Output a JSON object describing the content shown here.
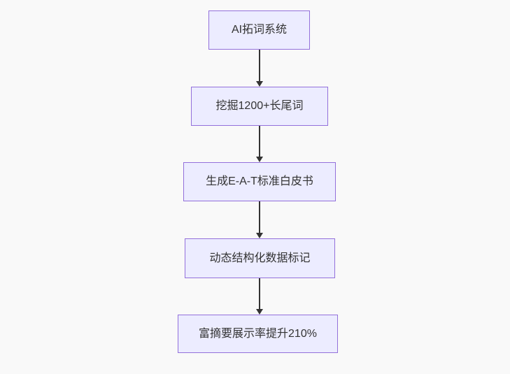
{
  "diagram": {
    "type": "flowchart",
    "direction": "top-down",
    "nodes": [
      {
        "label": "AI拓词系统"
      },
      {
        "label": "挖掘1200+长尾词"
      },
      {
        "label": "生成E-A-T标准白皮书"
      },
      {
        "label": "动态结构化数据标记"
      },
      {
        "label": "富摘要展示率提升210%"
      }
    ],
    "edges": [
      {
        "from": 0,
        "to": 1
      },
      {
        "from": 1,
        "to": 2
      },
      {
        "from": 2,
        "to": 3
      },
      {
        "from": 3,
        "to": 4
      }
    ]
  },
  "colors": {
    "background": "#f9f9f9",
    "node_fill": "#ececff",
    "node_border": "#9370db",
    "node_text": "#333333",
    "arrow": "#333333"
  }
}
